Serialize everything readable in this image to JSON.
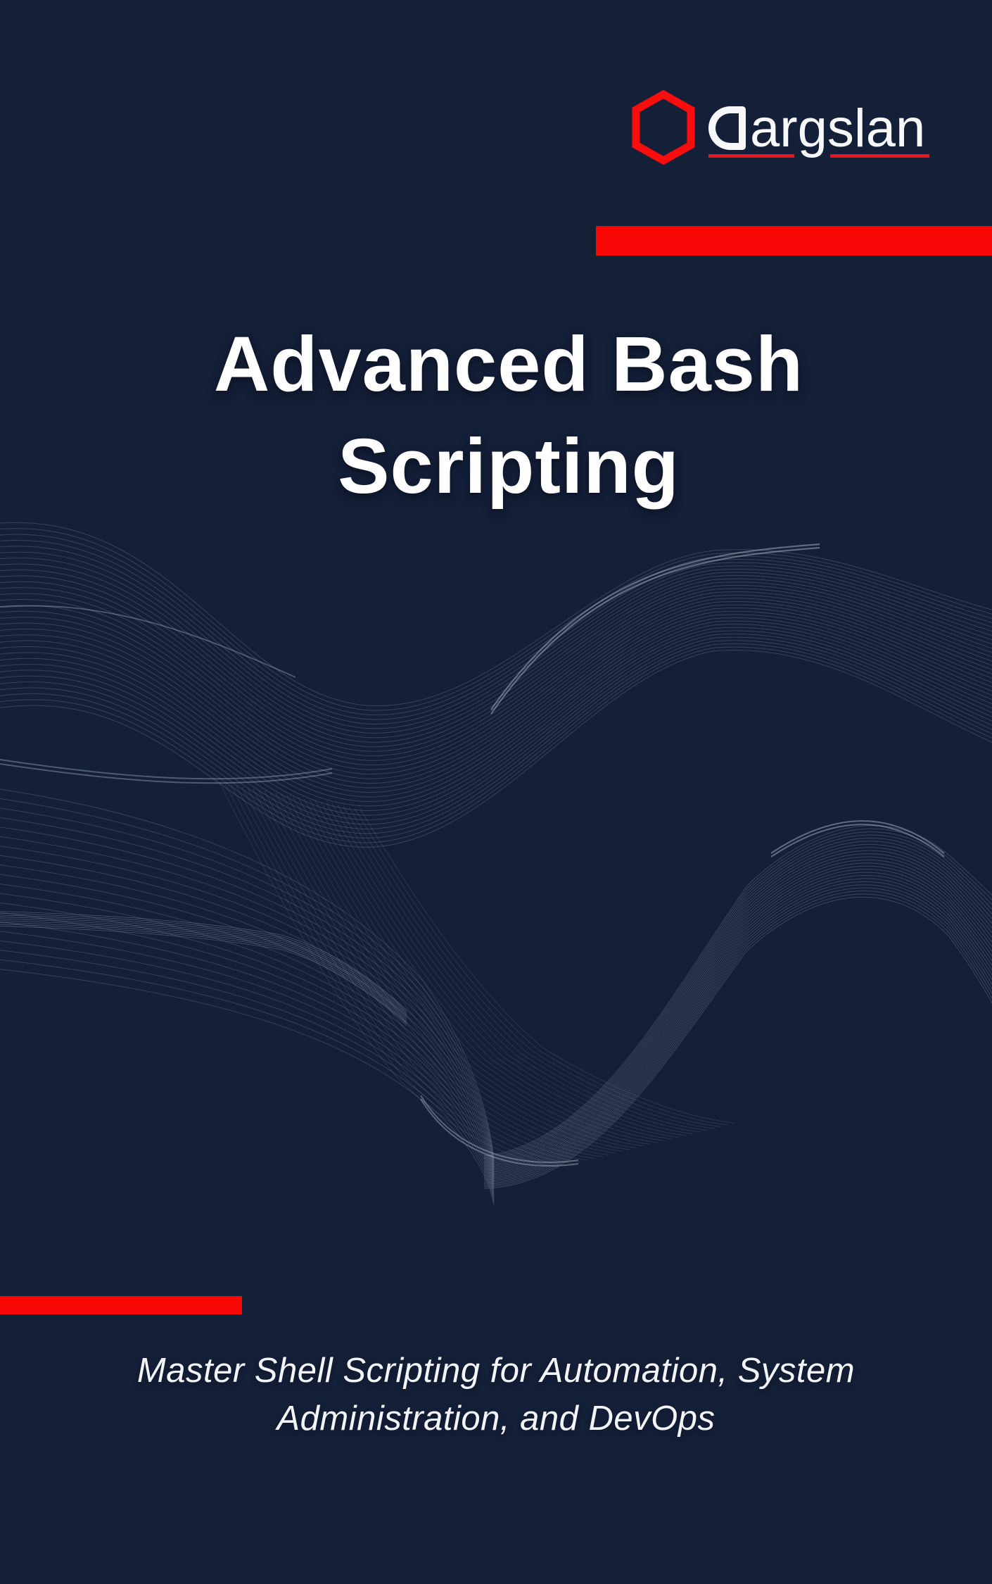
{
  "page": {
    "bg_color": "#141F38",
    "accent_red": "#F90606",
    "underline_red": "#E8131B",
    "wave_color": "#8D97AD",
    "wave_highlight": "#ACB5C9",
    "text_color": "#FFFFFF"
  },
  "logo": {
    "brand": "dargslan",
    "wordmark_rest": "argslan",
    "hexagon_color": "#F90D0D"
  },
  "title": {
    "line1": "Advanced Bash",
    "line2": "Scripting"
  },
  "subtitle": {
    "line1": "Master Shell Scripting for Automation, System",
    "line2": "Administration, and DevOps"
  }
}
